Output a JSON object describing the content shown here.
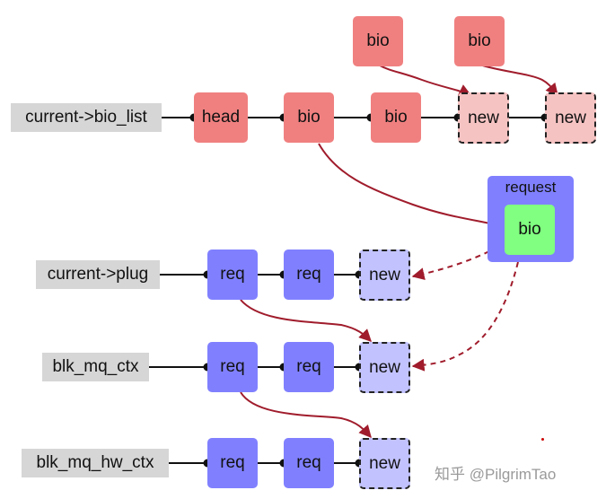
{
  "labels": {
    "bio_list": "current->bio_list",
    "plug": "current->plug",
    "mq_ctx": "blk_mq_ctx",
    "mq_hw_ctx": "blk_mq_hw_ctx"
  },
  "bio_row": {
    "head": "head",
    "bio1": "bio",
    "bio2": "bio",
    "new1": "new",
    "new2": "new"
  },
  "incoming_bios": {
    "bio_a": "bio",
    "bio_b": "bio"
  },
  "request": {
    "title": "request",
    "bio": "bio"
  },
  "plug_row": {
    "req1": "req",
    "req2": "req",
    "new": "new"
  },
  "ctx_row": {
    "req1": "req",
    "req2": "req",
    "new": "new"
  },
  "hw_row": {
    "req1": "req",
    "req2": "req",
    "new": "new"
  },
  "watermark": "知乎 @PilgrimTao",
  "colors": {
    "bio_node": "#f08080",
    "bio_new": "#f6c3c3",
    "req_node": "#8080ff",
    "req_new": "#c2c2ff",
    "request_bio": "#80ff80",
    "label_bg": "#d6d6d6",
    "arrow": "#a01c2c"
  }
}
